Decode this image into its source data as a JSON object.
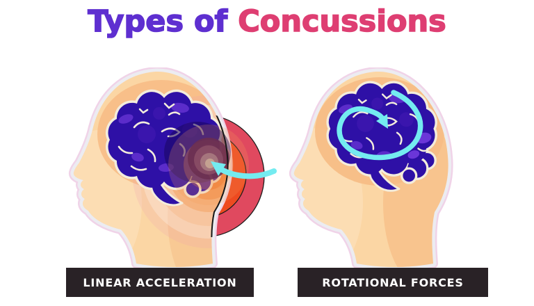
{
  "title": {
    "part1": "Types of ",
    "part2": "Concussions"
  },
  "figures": [
    {
      "name": "linear-acceleration",
      "caption": "LINEAR ACCELERATION"
    },
    {
      "name": "rotational-forces",
      "caption": "ROTATIONAL FORCES"
    }
  ],
  "colors": {
    "title_purple": "#5e2fd0",
    "title_pink": "#de3e72",
    "caption_bg": "#292226",
    "caption_text": "#ffffff",
    "skin": "#fbd6a4",
    "skin_shade": "#f6b77c",
    "skin_halo": "#f7bd86",
    "sticker_border": "#ececf1",
    "brain": "#2e10a6",
    "brain_light": "#5b2cca",
    "brain_outline": "#f3ecdc",
    "impact_outer": "#e0495f",
    "impact_inner": "#ee4a20",
    "bruise": "#6b2e50",
    "arrow_cyan": "#74ebf0"
  }
}
